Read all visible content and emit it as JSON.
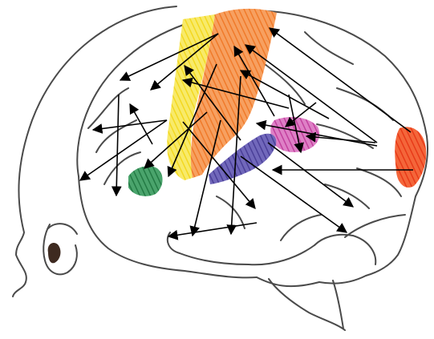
{
  "diagram": {
    "subject": "brain-lateral-view-sketch",
    "outline_color": "#4a4a4a",
    "arrow_color": "#000000",
    "regions": [
      {
        "name": "region-yellow",
        "color": "#f6e23a"
      },
      {
        "name": "region-orange",
        "color": "#f58b3c"
      },
      {
        "name": "region-red-orange",
        "color": "#f04a24"
      },
      {
        "name": "region-magenta",
        "color": "#d25bb4"
      },
      {
        "name": "region-blue-violet",
        "color": "#5a4fa8"
      },
      {
        "name": "region-green",
        "color": "#2f8a52"
      }
    ],
    "arrow_count": 24
  }
}
